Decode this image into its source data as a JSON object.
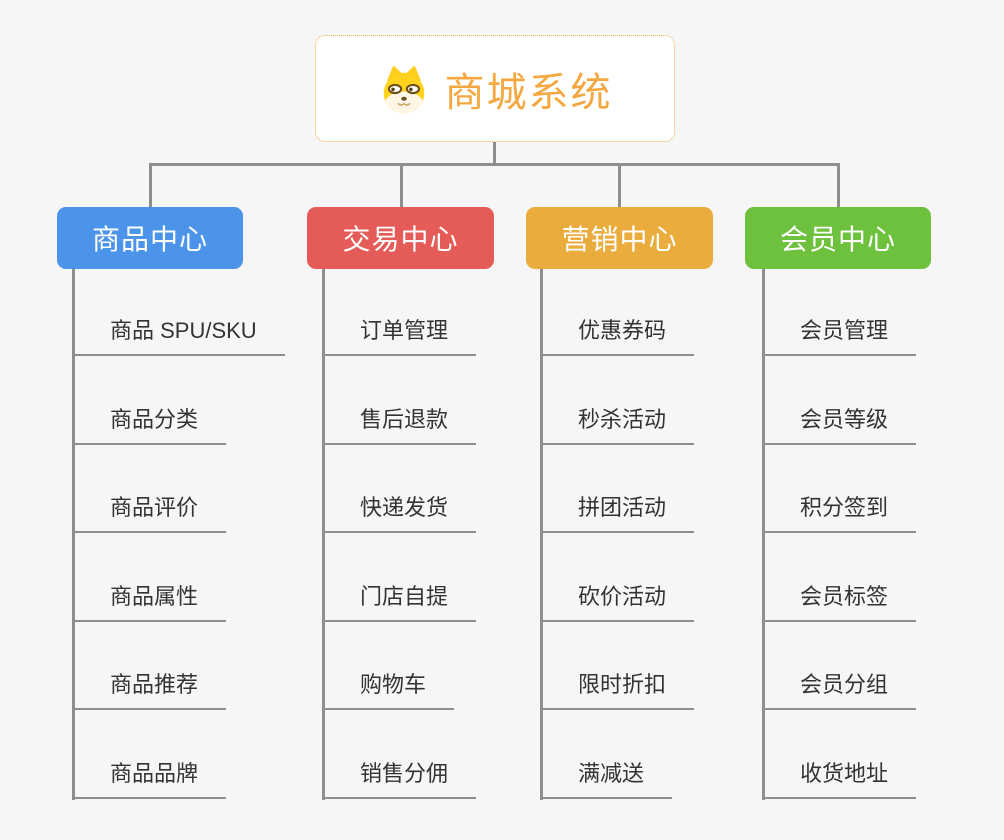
{
  "root": {
    "title": "商城系统",
    "icon": "shiba-dog-icon"
  },
  "branches": [
    {
      "label": "商品中心",
      "color": "#4B94EA",
      "children": [
        "商品 SPU/SKU",
        "商品分类",
        "商品评价",
        "商品属性",
        "商品推荐",
        "商品品牌"
      ]
    },
    {
      "label": "交易中心",
      "color": "#E45B57",
      "children": [
        "订单管理",
        "售后退款",
        "快递发货",
        "门店自提",
        "购物车",
        "销售分佣"
      ]
    },
    {
      "label": "营销中心",
      "color": "#EBAC3E",
      "children": [
        "优惠券码",
        "秒杀活动",
        "拼团活动",
        "砍价活动",
        "限时折扣",
        "满减送"
      ]
    },
    {
      "label": "会员中心",
      "color": "#6EC13C",
      "children": [
        "会员管理",
        "会员等级",
        "积分签到",
        "会员标签",
        "会员分组",
        "收货地址"
      ]
    }
  ],
  "colors": {
    "background": "#F5F6F5",
    "connector": "#8E8E8E",
    "root_border": "#F3AB4C",
    "root_text": "#F5A841",
    "child_text": "#333333",
    "node_text": "#FFFFFF"
  }
}
